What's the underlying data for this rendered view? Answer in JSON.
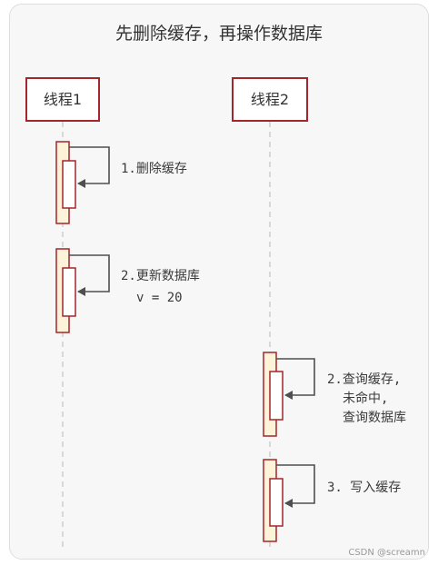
{
  "title": "先删除缓存，再操作数据库",
  "actors": [
    {
      "label": "线程1"
    },
    {
      "label": "线程2"
    }
  ],
  "steps": [
    {
      "lines": [
        "1.删除缓存"
      ]
    },
    {
      "lines": [
        "2.更新数据库",
        "v = 20"
      ]
    },
    {
      "lines": [
        "2.查询缓存,",
        "未命中,",
        "查询数据库"
      ]
    },
    {
      "lines": [
        "3. 写入缓存"
      ]
    }
  ],
  "watermark": "CSDN @screamn",
  "colors": {
    "actor_border": "#a3262a",
    "activation_fill": "#fdf3d8",
    "line_gray": "#4f4f4f",
    "lifeline": "#c8c8c8",
    "frame_bg": "#f7f7f7"
  }
}
